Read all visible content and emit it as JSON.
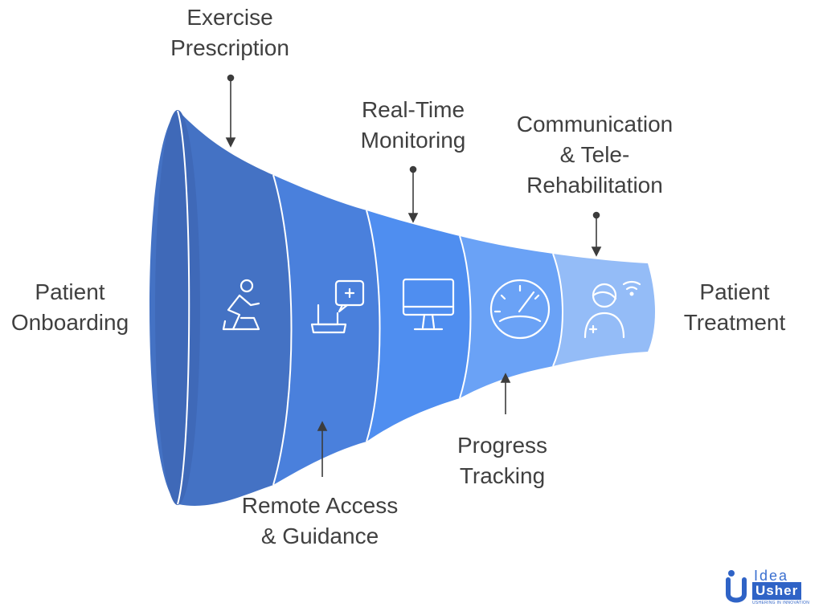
{
  "labels": {
    "start": "Patient\nOnboarding",
    "end": "Patient\nTreatment",
    "stage1": "Exercise\nPrescription",
    "stage2": "Remote Access\n& Guidance",
    "stage3": "Real-Time\nMonitoring",
    "stage4": "Progress\nTracking",
    "stage5": "Communication\n& Tele-\nRehabilitation"
  },
  "stages": [
    {
      "name": "Exercise Prescription",
      "icon": "exercise-bike-icon",
      "color": "#4472c4"
    },
    {
      "name": "Remote Access & Guidance",
      "icon": "laptop-medical-icon",
      "color": "#4a80dc"
    },
    {
      "name": "Real-Time Monitoring",
      "icon": "monitor-icon",
      "color": "#4f8ef0"
    },
    {
      "name": "Progress Tracking",
      "icon": "gauge-icon",
      "color": "#6aa2f6"
    },
    {
      "name": "Communication & Tele-Rehabilitation",
      "icon": "patient-signal-icon",
      "color": "#94bcf7"
    }
  ],
  "logo": {
    "line1": "Idea",
    "line2": "Usher",
    "tagline": "USHERING IN INNOVATION"
  }
}
